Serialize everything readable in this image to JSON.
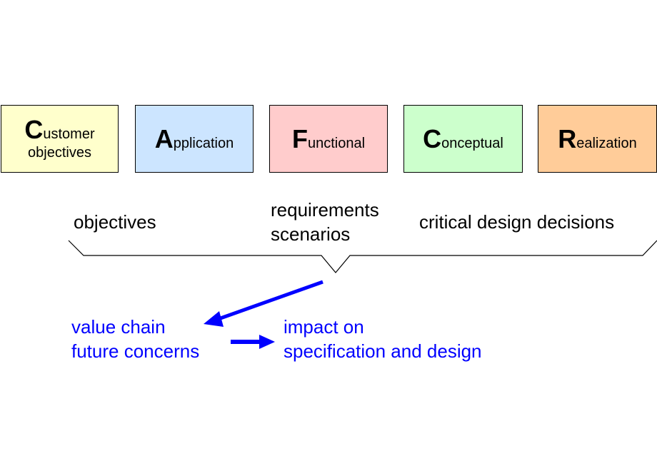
{
  "views": [
    {
      "initial": "C",
      "rest": "ustomer",
      "second_line": "objectives",
      "color": "#ffffcc"
    },
    {
      "initial": "A",
      "rest": "pplication",
      "second_line": "",
      "color": "#cce5ff"
    },
    {
      "initial": "F",
      "rest": "unctional",
      "second_line": "",
      "color": "#ffcccc"
    },
    {
      "initial": "C",
      "rest": "onceptual",
      "second_line": "",
      "color": "#ccffcc"
    },
    {
      "initial": "R",
      "rest": "ealization",
      "second_line": "",
      "color": "#ffcc99"
    }
  ],
  "labels": {
    "objectives": "objectives",
    "requirements": [
      "requirements",
      "scenarios"
    ],
    "critical": "critical design decisions"
  },
  "focus": {
    "left": [
      "value chain",
      "future concerns"
    ],
    "right": [
      "impact on",
      "specification and design"
    ]
  },
  "colors": {
    "arrow": "#0000ff",
    "focus_text": "#0000ff"
  },
  "icons": {
    "brace": "brace-line",
    "arrow_down_left": "arrow-down-left-icon",
    "arrow_right": "arrow-right-icon"
  }
}
